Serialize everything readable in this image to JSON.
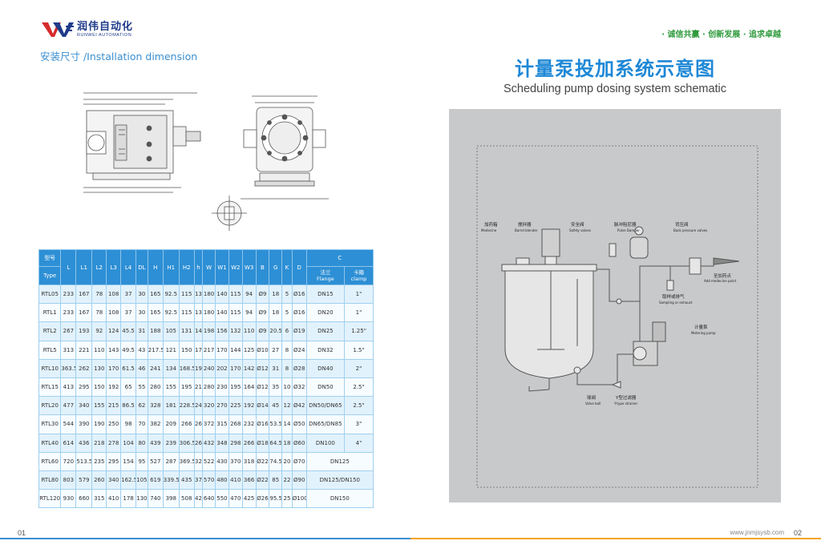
{
  "header": {
    "logo_cn": "润伟自动化",
    "logo_en": "RUNWEI AUTOMATION",
    "slogan": "· 诚信共赢 · 创新发展 · 追求卓越"
  },
  "left": {
    "section_title": "安装尺寸 /Installation dimension",
    "table": {
      "head_model_cn": "型号",
      "head_model_en": "Type",
      "head_cols": [
        "L",
        "L1",
        "L2",
        "L3",
        "L4",
        "DL",
        "H",
        "H1",
        "H2",
        "h",
        "W",
        "W1",
        "W2",
        "W3",
        "B",
        "G",
        "K",
        "D"
      ],
      "head_c": "C",
      "head_flange_cn": "法兰",
      "head_flange_en": "Flange",
      "head_clamp_cn": "卡箍",
      "head_clamp_en": "clamp",
      "rows": [
        {
          "model": "RTL05",
          "vals": [
            "233",
            "167",
            "78",
            "108",
            "37",
            "30",
            "165",
            "92.5",
            "115",
            "13",
            "180",
            "140",
            "115",
            "94",
            "Ø9",
            "18",
            "5",
            "Ø16"
          ],
          "flange": "DN15",
          "clamp": "1\""
        },
        {
          "model": "RTL1",
          "vals": [
            "233",
            "167",
            "78",
            "108",
            "37",
            "30",
            "165",
            "92.5",
            "115",
            "13",
            "180",
            "140",
            "115",
            "94",
            "Ø9",
            "18",
            "5",
            "Ø16"
          ],
          "flange": "DN20",
          "clamp": "1\""
        },
        {
          "model": "RTL2",
          "vals": [
            "267",
            "193",
            "92",
            "124",
            "45.5",
            "31",
            "188",
            "105",
            "131",
            "14",
            "198",
            "156",
            "132",
            "110",
            "Ø9",
            "20.5",
            "6",
            "Ø19"
          ],
          "flange": "DN25",
          "clamp": "1.25\""
        },
        {
          "model": "RTL5",
          "vals": [
            "313",
            "221",
            "110",
            "143",
            "49.5",
            "43",
            "217.5",
            "121",
            "150",
            "17",
            "217",
            "170",
            "144",
            "125",
            "Ø10",
            "27",
            "8",
            "Ø24"
          ],
          "flange": "DN32",
          "clamp": "1.5\""
        },
        {
          "model": "RTL10",
          "vals": [
            "363.5",
            "262",
            "130",
            "170",
            "61.5",
            "46",
            "241",
            "134",
            "168.5",
            "19",
            "240",
            "202",
            "170",
            "142",
            "Ø12",
            "31",
            "8",
            "Ø28"
          ],
          "flange": "DN40",
          "clamp": "2\""
        },
        {
          "model": "RTL15",
          "vals": [
            "413",
            "295",
            "150",
            "192",
            "65",
            "55",
            "280",
            "155",
            "195",
            "21",
            "280",
            "230",
            "195",
            "164",
            "Ø12",
            "35",
            "10",
            "Ø32"
          ],
          "flange": "DN50",
          "clamp": "2.5\""
        },
        {
          "model": "RTL20",
          "vals": [
            "477",
            "340",
            "155",
            "215",
            "86.5",
            "62",
            "328",
            "181",
            "228.5",
            "24",
            "320",
            "270",
            "225",
            "192",
            "Ø14",
            "45",
            "12",
            "Ø42"
          ],
          "flange": "DN50/DN65",
          "clamp": "2.5\""
        },
        {
          "model": "RTL30",
          "vals": [
            "544",
            "390",
            "190",
            "250",
            "98",
            "70",
            "382",
            "209",
            "266",
            "26",
            "372",
            "315",
            "268",
            "232",
            "Ø16",
            "53.5",
            "14",
            "Ø50"
          ],
          "flange": "DN65/DN85",
          "clamp": "3\""
        },
        {
          "model": "RTL40",
          "vals": [
            "614",
            "436",
            "218",
            "278",
            "104",
            "80",
            "439",
            "239",
            "306.5",
            "26",
            "432",
            "348",
            "298",
            "266",
            "Ø18",
            "64.5",
            "18",
            "Ø60"
          ],
          "flange": "DN100",
          "clamp": "4\""
        },
        {
          "model": "RTL60",
          "vals": [
            "720",
            "513.5",
            "235",
            "295",
            "154",
            "95",
            "527",
            "287",
            "369.5",
            "32",
            "522",
            "430",
            "370",
            "318",
            "Ø22",
            "74.5",
            "20",
            "Ø70"
          ],
          "flange": "DN125",
          "clamp": ""
        },
        {
          "model": "RTL80",
          "vals": [
            "803",
            "579",
            "260",
            "340",
            "162.5",
            "105",
            "619",
            "339.5",
            "435",
            "37",
            "570",
            "480",
            "410",
            "366",
            "Ø22",
            "85",
            "22",
            "Ø90"
          ],
          "flange": "DN125/DN150",
          "clamp": ""
        },
        {
          "model": "RTL120",
          "vals": [
            "930",
            "660",
            "315",
            "410",
            "178",
            "130",
            "740",
            "398",
            "508",
            "42",
            "640",
            "550",
            "470",
            "425",
            "Ø26",
            "95.5",
            "25",
            "Ø100"
          ],
          "flange": "DN150",
          "clamp": ""
        }
      ]
    }
  },
  "right": {
    "title_cn": "计量泵投加系统示意图",
    "title_en": "Scheduling pump dosing system schematic",
    "labels": {
      "medicine": "加药箱",
      "medicine_en": "Medecine",
      "mixer": "搅拌器",
      "mixer_en": "Barrel blender",
      "safety": "安全阀",
      "safety_en": "Safety valves",
      "damper": "脉冲阻尼器",
      "damper_en": "Pulse Damper",
      "backpressure": "背压阀",
      "backpressure_en": "Back pressure valves",
      "add_point": "至加药点",
      "add_point_en": "Add medecine point",
      "sampling": "取样或排气",
      "sampling_en": "Sampling or exhaust",
      "metering": "计量泵",
      "metering_en": "Metering pump",
      "valve_ball": "球阀",
      "valve_ball_en": "Valve ball",
      "strainer": "Y型过滤器",
      "strainer_en": "Y-type strainer"
    }
  },
  "footer": {
    "page_left": "01",
    "page_right": "02",
    "website": "www.jnmjsysb.com"
  },
  "colors": {
    "blue": "#2d8fd5",
    "title_blue": "#1e88d6",
    "green": "#2e9a3c",
    "orange": "#f2a31c"
  }
}
